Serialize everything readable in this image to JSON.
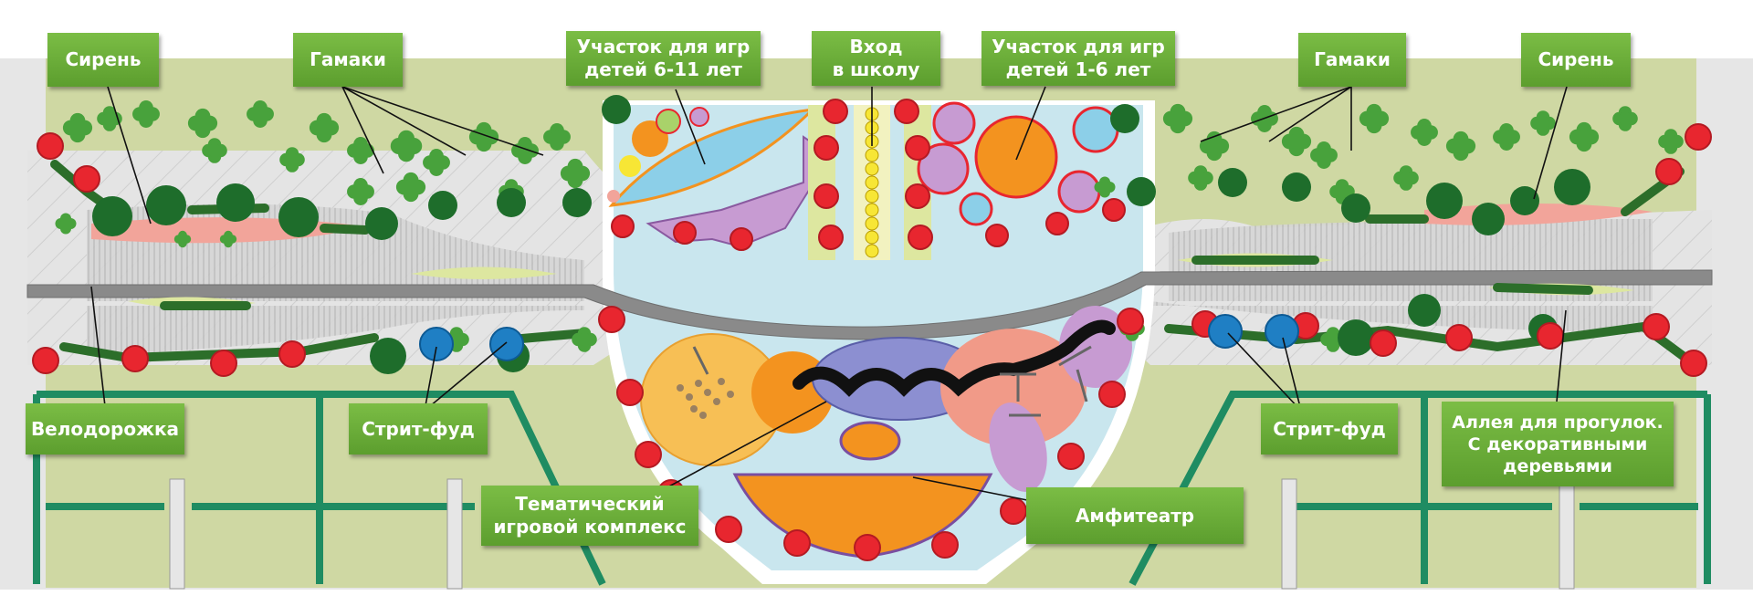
{
  "map": {
    "labels": {
      "lilac_left": "Сирень",
      "hammocks_left": "Гамаки",
      "play_6_11": "Участок для игр\nдетей 6-11 лет",
      "school_entrance": "Вход\nв школу",
      "play_1_6": "Участок для игр\nдетей 1-6 лет",
      "hammocks_right": "Гамаки",
      "lilac_right": "Сирень",
      "bike_path": "Велодорожка",
      "street_food_left": "Стрит-фуд",
      "street_food_right": "Стрит-фуд",
      "walking_alley": "Аллея для прогулок.\nС декоративными\nдеревьями",
      "play_complex": "Тематический\nигровой комплекс",
      "amphitheater": "Амфитеатр"
    },
    "colors": {
      "lawn": "#cfd8a3",
      "paving": "#e2e2e2",
      "plaza": "#c9e6ee",
      "bike_path": "#8a8a8a",
      "green_boundary": "#1f8c62",
      "tree_dark": "#1e6d2b",
      "shrub_light": "#48a23c",
      "red_tree": "#e8262f",
      "street_food_blue": "#1f7fc4",
      "orange": "#f3931f",
      "violet": "#b98bc4",
      "light_blue": "#8ccfe8",
      "yellow_bed": "#f7e635",
      "label_green": "#6aae3b"
    }
  }
}
